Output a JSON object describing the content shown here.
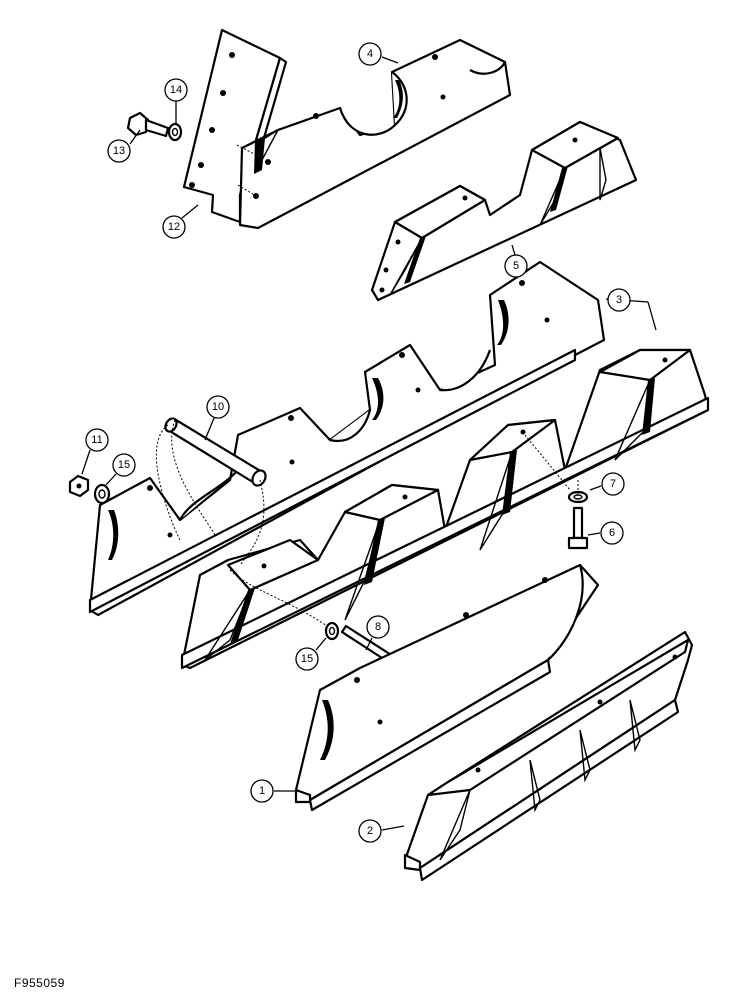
{
  "figure_code": "F955059",
  "callouts": [
    {
      "id": "1",
      "label": "1"
    },
    {
      "id": "2",
      "label": "2"
    },
    {
      "id": "3",
      "label": "3"
    },
    {
      "id": "4",
      "label": "4"
    },
    {
      "id": "5",
      "label": "5"
    },
    {
      "id": "6",
      "label": "6"
    },
    {
      "id": "7",
      "label": "7"
    },
    {
      "id": "8",
      "label": "8"
    },
    {
      "id": "10",
      "label": "10"
    },
    {
      "id": "11",
      "label": "11"
    },
    {
      "id": "12",
      "label": "12"
    },
    {
      "id": "13",
      "label": "13"
    },
    {
      "id": "14",
      "label": "14"
    },
    {
      "id": "15a",
      "label": "15"
    },
    {
      "id": "15b",
      "label": "15"
    }
  ]
}
